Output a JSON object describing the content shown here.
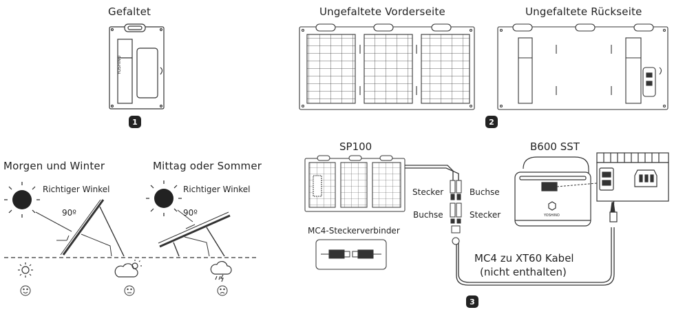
{
  "top": {
    "folded_label": "Gefaltet",
    "front_label": "Ungefaltete Vorderseite",
    "back_label": "Ungefaltete Rückseite",
    "badge1": "1",
    "badge2": "2",
    "brand": "YOSHINO"
  },
  "angle": {
    "morning_label": "Morgen und Winter",
    "noon_label": "Mittag oder Sommer",
    "correct_angle_1": "Richtiger Winkel",
    "correct_angle_2": "Richtiger Winkel",
    "degree_1": "90º",
    "degree_2": "90º"
  },
  "connection": {
    "sp_label": "SP100",
    "b600_label": "B600 SST",
    "plug_top": "Stecker",
    "socket_top": "Buchse",
    "socket_bottom": "Buchse",
    "plug_bottom": "Stecker",
    "mc4_label": "MC4-Steckerverbinder",
    "cable_line1": "MC4 zu XT60 Kabel",
    "cable_line2": "(nicht enthalten)",
    "badge3": "3",
    "device_brand": "YOSHINO"
  }
}
